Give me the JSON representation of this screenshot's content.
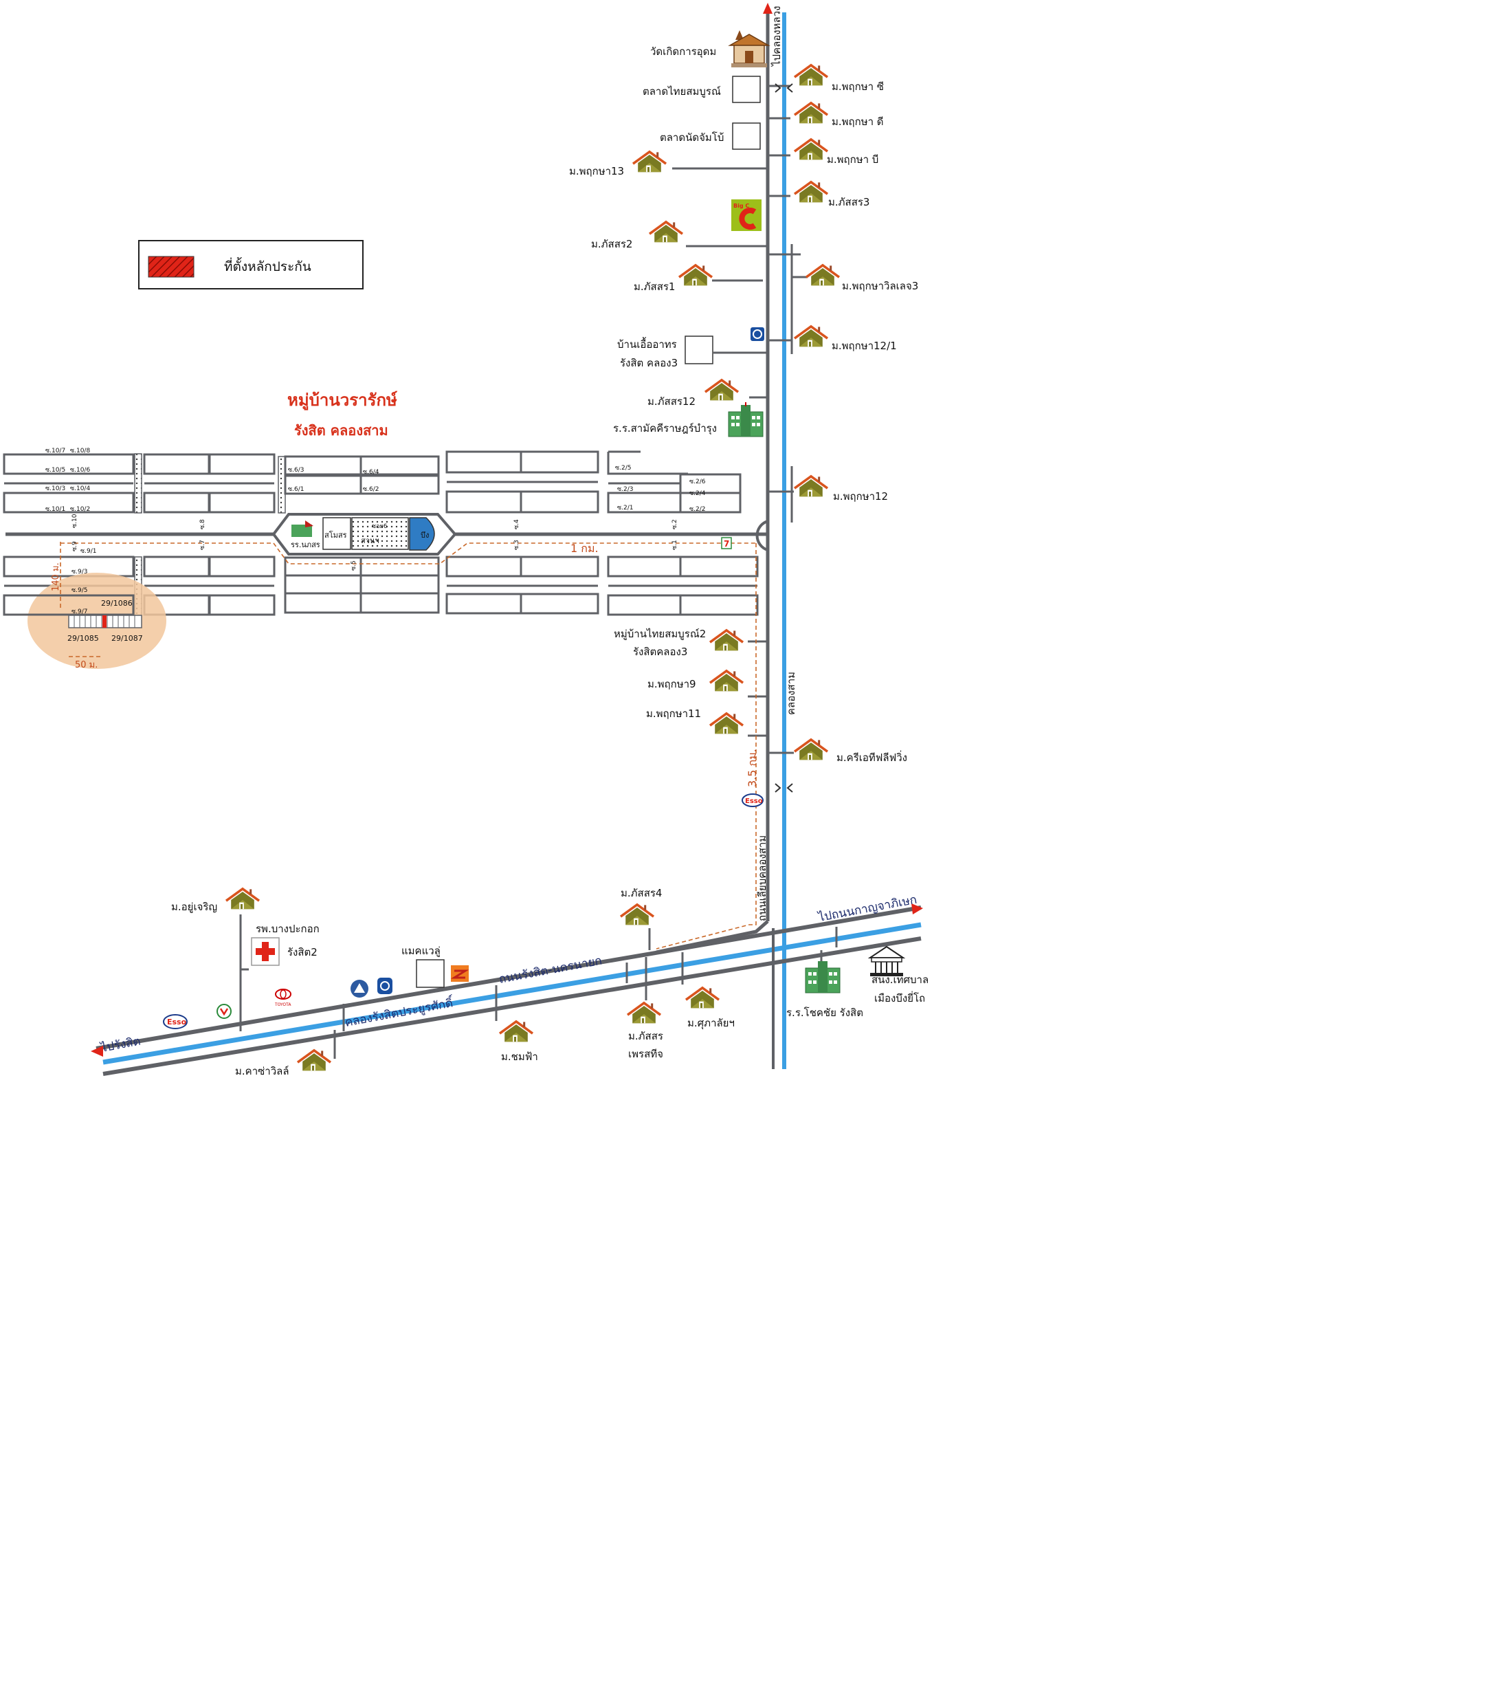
{
  "village": {
    "title": "หมู่บ้านวรารักษ์",
    "subtitle": "รังสิต คลองสาม"
  },
  "legend": {
    "label": "ที่ตั้งหลักประกัน"
  },
  "roads": {
    "top": "ไปคลองหลวง",
    "right_canal": "คลองสาม",
    "side_road": "ถนนเลียบคลองสาม",
    "main_road": "ถนนรังสิต-นครนายก",
    "main_canal": "คลองรังสิตประยูรศักดิ์",
    "to_east": "ไปถนนกาญจาภิเษก",
    "to_west": "ไปรังสิต"
  },
  "distances": {
    "d1": "1 กม.",
    "d35": "3.5 กม.",
    "d140": "140 ม.",
    "d50": "50 ม."
  },
  "plots": {
    "p1086": "29/1086",
    "p1085": "29/1085",
    "p1087": "29/1087"
  },
  "places": {
    "temple": "วัดเกิดการอุดม",
    "market1": "ตลาดไทยสมบูรณ์",
    "market2": "ตลาดนัดจัมโบ้",
    "pruksa13": "ม.พฤกษา13",
    "pruksa_c": "ม.พฤกษา ซี",
    "pruksa_d": "ม.พฤกษา ดี",
    "pruksa_b": "ม.พฤกษา บี",
    "passorn3": "ม.ภัสสร3",
    "passorn2": "ม.ภัสสร2",
    "passorn1": "ม.ภัสสร1",
    "pruksa_village3": "ม.พฤกษาวิลเลจ3",
    "euaarthon_1": "บ้านเอื้ออาทร",
    "euaarthon_2": "รังสิต คลอง3",
    "pruksa12_1": "ม.พฤกษา12/1",
    "passorn12": "ม.ภัสสร12",
    "school_samakkhi": "ร.ร.สามัคคีราษฎร์บำรุง",
    "pruksa12": "ม.พฤกษา12",
    "thaisomboon_1": "หมู่บ้านไทยสมบูรณ์2",
    "thaisomboon_2": "รังสิตคลอง3",
    "pruksa9": "ม.พฤกษา9",
    "pruksa11": "ม.พฤกษา11",
    "creative": "ม.ครีเอทีฟลีฟวิ่ง",
    "passorn4": "ม.ภัสสร4",
    "yoocharoen": "ม.อยู่เจริญ",
    "hospital_1": "รพ.บางปะกอก",
    "hospital_2": "รังสิต2",
    "makro": "แมคแวลู่",
    "chomfa": "ม.ชมฟ้า",
    "casaville": "ม.คาซ่าวิลล์",
    "passorn_pet_1": "ม.ภัสสร",
    "passorn_pet_2": "เพรสทีจ",
    "supalai": "ม.ศุภาลัยฯ",
    "school_chokchai": "ร.ร.โชคชัย รังสิต",
    "municipal_1": "สนง.เทศบาล",
    "municipal_2": "เมืองบึงยี่โถ",
    "club": "สโมสร",
    "garden": "สวนฯ",
    "soi6": "ซอย6",
    "pond": "บึง",
    "school_nopparat": "รร.นภสร",
    "bigc": "Big C",
    "esso": "Esso",
    "toyota": "TOYOTA"
  },
  "sois": {
    "s10_7": "ซ.10/7",
    "s10_8": "ซ.10/8",
    "s10_5": "ซ.10/5",
    "s10_6": "ซ.10/6",
    "s10_3": "ซ.10/3",
    "s10_4": "ซ.10/4",
    "s10_1": "ซ.10/1",
    "s10_2": "ซ.10/2",
    "s9_1": "ซ.9/1",
    "s9_3": "ซ.9/3",
    "s9_5": "ซ.9/5",
    "s9_7": "ซ.9/7",
    "s6_3": "ซ.6/3",
    "s6_4": "ซ.6/4",
    "s6_1": "ซ.6/1",
    "s6_2": "ซ.6/2",
    "s2_5": "ซ.2/5",
    "s2_6": "ซ.2/6",
    "s2_4": "ซ.2/4",
    "s2_3": "ซ.2/3",
    "s2_1": "ซ.2/1",
    "s2_2": "ซ.2/2",
    "s10": "ซ.10",
    "s9": "ซ.9",
    "s8": "ซ.8",
    "s7": "ซ.7",
    "s5": "ซ.5",
    "s4": "ซ.4",
    "s3": "ซ.3",
    "s2": "ซ.2",
    "s1": "ซ.1"
  },
  "colors": {
    "road": "#5f6166",
    "canal": "#3b9fe3",
    "house_roof": "#d9541e",
    "house_body": "#7a7a22",
    "accent_red": "#e02418",
    "distance": "#c24a1a",
    "highlight": "#f2c79c"
  },
  "icons": {
    "house": "house-icon",
    "temple": "temple-icon",
    "school": "school-icon",
    "hospital": "hospital-cross-icon",
    "bank": "bank-icon",
    "seven_eleven": "7-eleven-icon",
    "esso": "esso-icon",
    "toyota": "toyota-icon",
    "municipal": "municipal-office-icon"
  }
}
